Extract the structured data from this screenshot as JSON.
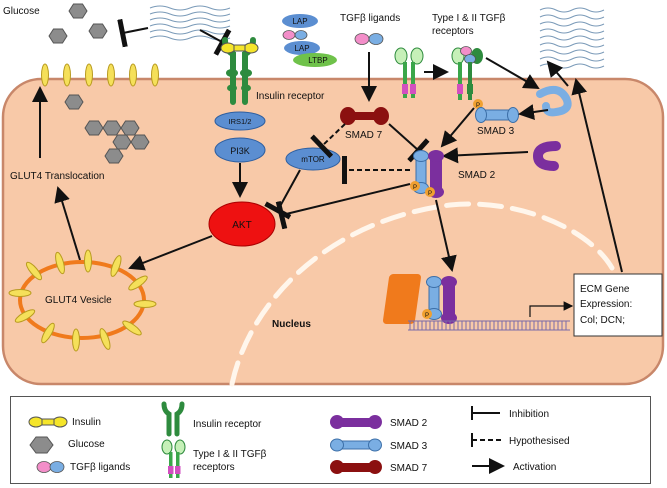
{
  "labels": {
    "glucose": "Glucose",
    "tgfb_ligands": "TGFβ ligands",
    "receptors_line1": "Type I & II TGFβ",
    "receptors_line2": "receptors",
    "insulin_receptor": "Insulin receptor",
    "irs": "IRS1/2",
    "pi3k": "PI3K",
    "mtor": "mTOR",
    "akt": "AKT",
    "smad7": "SMAD 7",
    "smad3": "SMAD 3",
    "smad2": "SMAD 2",
    "lap1": "LAP",
    "lap2": "LAP",
    "ltbp": "LTBP",
    "glut4_translocation": "GLUT4 Translocation",
    "glut4_vesicle": "GLUT4 Vesicle",
    "nucleus": "Nucleus",
    "p": "P",
    "ecm_line1": "ECM Gene",
    "ecm_line2": "Expression:",
    "ecm_line3": "Col; DCN;"
  },
  "legend": {
    "insulin": "Insulin",
    "glucose": "Glucose",
    "tgfb_ligands": "TGFβ ligands",
    "insulin_receptor": "Insulin receptor",
    "receptors_line1": "Type I & II TGFβ",
    "receptors_line2": "receptors",
    "smad2": "SMAD 2",
    "smad3": "SMAD 3",
    "smad7": "SMAD 7",
    "inhibition": "Inhibition",
    "hypothesised": "Hypothesised",
    "activation": "Activation"
  },
  "colors": {
    "cell_fill": "#f8c9a8",
    "cell_border": "#c8876a",
    "insulin": "#f5e52a",
    "receptor_green": "#2e8b3e",
    "smad2": "#7b2f9e",
    "smad3": "#7aaee3",
    "smad7": "#8b1010",
    "akt": "#ee1111",
    "node_blue": "#5b8ed1",
    "vesicle": "#f07a1c",
    "glucose": "#8c8c8c",
    "ltbp": "#6fc24a"
  }
}
